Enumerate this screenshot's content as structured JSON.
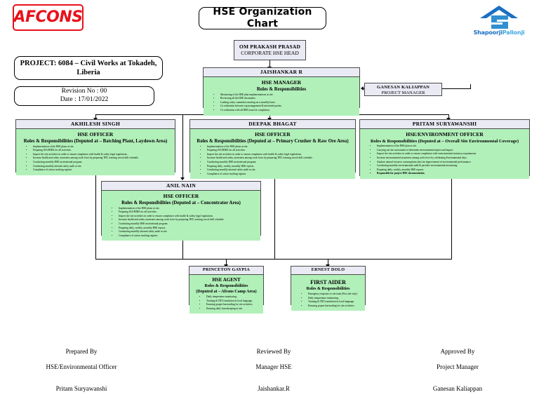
{
  "document": {
    "title": "HSE Organization Chart",
    "project_box": "PROJECT: 6084 – Civil Works at Tokadeh, Liberia",
    "revision_line1": "Revision No : 00",
    "revision_line2": "Date : 17/01/2022"
  },
  "logos": {
    "afcons": "AFCONS",
    "shapoorji_a": "Shapoorji",
    "shapoorji_b": "Pallonji"
  },
  "colors": {
    "header_bar": "#e9eaf4",
    "body_green": "#b2f0ba",
    "border": "#4a4a4a",
    "afcons_red": "#e8111b",
    "sp_blue": "#1b6fc4",
    "sp_light_blue": "#3fa9e0"
  },
  "nodes": {
    "corporate_head": {
      "name": "OM PRAKASH PRASAD",
      "role": "CORPORATE HSE HEAD"
    },
    "project_manager": {
      "name": "GANESAN KALIAPPAN",
      "role": "PROJECT MANAGER"
    },
    "hse_manager": {
      "name": "JAISHANKAR R",
      "role": "HSE MANAGER",
      "rr_heading": "Roles & Responsibilities",
      "bullets": [
        "Monitoring of the HSE plan implementations at site.",
        "Reviewing all the HSE documents.",
        "Leading safety committee meeting on a monthly basis.",
        "Co-ordination between top management & interested parties.",
        "Co-ordination with all HSE team for compliance."
      ]
    },
    "akhilesh": {
      "name": "AKHILESH SINGH",
      "role": "HSE OFFICER",
      "rr_heading": "Roles & Responsibilities (Deputed at – Batching Plant, Laydown Area)",
      "bullets": [
        "Implementation of the HSE plans at site.",
        "Preparing JSA/HIRA for all activities.",
        "Inspect the site activities in order to ensure compliance with health & safety legal regulations.",
        "Increase health and safety awareness among work force by preparing TBT, training, mock drill schedule.",
        "Conducting monthly HSE motivational program.",
        "Conducting monthly internal safety audit at site.",
        "Compliance of action tracking register."
      ]
    },
    "deepak": {
      "name": "DEEPAK BHAGAT",
      "role": "HSE OFFICER",
      "rr_heading": "Roles & Responsibilities (Deputed at – Primary Crusher & Raw Ore Area)",
      "bullets": [
        "Implementation of the HSE plans at site.",
        "Preparing JSA/HIRA for all activities.",
        "Inspect the site activities in order to ensure compliance with health & safety legal regulations.",
        "Increase health and safety awareness among work force by preparing TBT, training, mock drill schedule.",
        "Conducting monthly HSE motivational program.",
        "Preparing daily, weekly, monthly HSE reports.",
        "Conducting monthly internal safety audit at site.",
        "Compliance of action tracking register."
      ]
    },
    "pritam": {
      "name": "PRITAM SURYAWANSHI",
      "role": "HSE/ENVIRONMENT OFFICER",
      "rr_heading": "Roles & Responsibilities (Deputed at – Overall Site Environmental Coverage)",
      "bullets": [
        "Implementation of the HSE plan at site.",
        "Carrying out site assessment to determine environmental aspect and impact.",
        "Inspect the site activities in order to ensure compliance with environmental statutory requirements.",
        "Increase environmental awareness among work force by celebrating Environmental days.",
        "Analyze natural resource consumptions data for improvement of environmental performance.",
        "Conducting monthly environmental audit & periodic environmental monitoring.",
        "Preparing daily, weekly, monthly HSE reports.",
        "Responsible for project HSE documentation."
      ],
      "bold_bullets": [
        7
      ]
    },
    "anil": {
      "name": "ANIL NAIN",
      "role": "HSE OFFICER",
      "rr_heading": "Roles & Responsibilities (Deputed at – Concentrator Area)",
      "bullets": [
        "Implementation of the HSE plans at site.",
        "Preparing JSA/HIRA for all activities.",
        "Inspect the site activities in order to ensure compliance with health & safety legal regulations.",
        "Increase health and safety awareness among work force by preparing TBT, training, mock drill schedule.",
        "Conducting monthly HSE motivational program.",
        "Preparing daily, weekly, monthly HSE reports.",
        "Conducting monthly internal safety audit at site.",
        "Compliance of action tracking register."
      ]
    },
    "princeton": {
      "name": "PRINCETON GAYPIA",
      "role": "HSE AGENT",
      "rr_heading": "Roles & Responsibilities",
      "rr_heading2": "(Deputed at – Afcons Camp Area)",
      "bullets": [
        "Daily temperature monitoring.",
        "Training & TBT translation in local language.",
        "Ensuring proper barricading for site activities.",
        "Ensuring daily housekeeping at site."
      ]
    },
    "ernest": {
      "name": "ERNEST DOLO",
      "role": "FIRST AIDER",
      "rr_heading": "Roles & Responsibilities",
      "bullets": [
        "Emergency response to site team (First aid only).",
        "Daily temperature monitoring.",
        "Training & TBT translation in local language.",
        "Ensuring proper barricading for site activities."
      ]
    }
  },
  "footer": {
    "prepared": {
      "label": "Prepared By",
      "role": "HSE/Environmental Officer",
      "name": "Pritam Suryawanshi"
    },
    "reviewed": {
      "label": "Reviewed By",
      "role": "Manager HSE",
      "name": "Jaishankar.R"
    },
    "approved": {
      "label": "Approved By",
      "role": "Project Manager",
      "name": "Ganesan Kaliappan"
    }
  }
}
